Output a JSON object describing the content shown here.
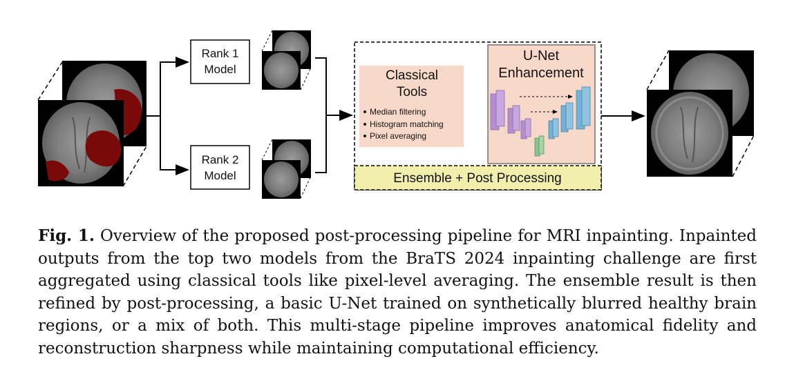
{
  "figure": {
    "rank1_label_line1": "Rank 1",
    "rank1_label_line2": "Model",
    "rank2_label_line1": "Rank 2",
    "rank2_label_line2": "Model",
    "classical_title_line1": "Classical",
    "classical_title_line2": "Tools",
    "classical_items": [
      "Median filtering",
      "Histogram matching",
      "Pixel averaging"
    ],
    "unet_title_line1": "U-Net",
    "unet_title_line2": "Enhancement",
    "ensemble_label": "Ensemble + Post Processing",
    "colors": {
      "classical_bg": "#f8d9c9",
      "unet_bg": "#f8d9c9",
      "ensemble_bg": "#f2efad",
      "unet_purple": "#b48fd0",
      "unet_blue": "#74b1d4",
      "unet_green": "#8cc38c",
      "tumor": "#7a0a0a"
    },
    "icons": [
      "brain-mri-slice-icon",
      "tumor-mask-icon",
      "arrow-icon",
      "unet-layers-icon"
    ]
  },
  "caption": {
    "label": "Fig. 1.",
    "text": "Overview of the proposed post-processing pipeline for MRI inpainting. Inpainted outputs from the top two models from the BraTS 2024 inpainting challenge are first aggregated using classical tools like pixel-level averaging. The ensemble result is then refined by post-processing, a basic U-Net trained on synthetically blurred healthy brain regions, or a mix of both. This multi-stage pipeline improves anatomical fidelity and reconstruction sharpness while maintaining computational efficiency."
  }
}
